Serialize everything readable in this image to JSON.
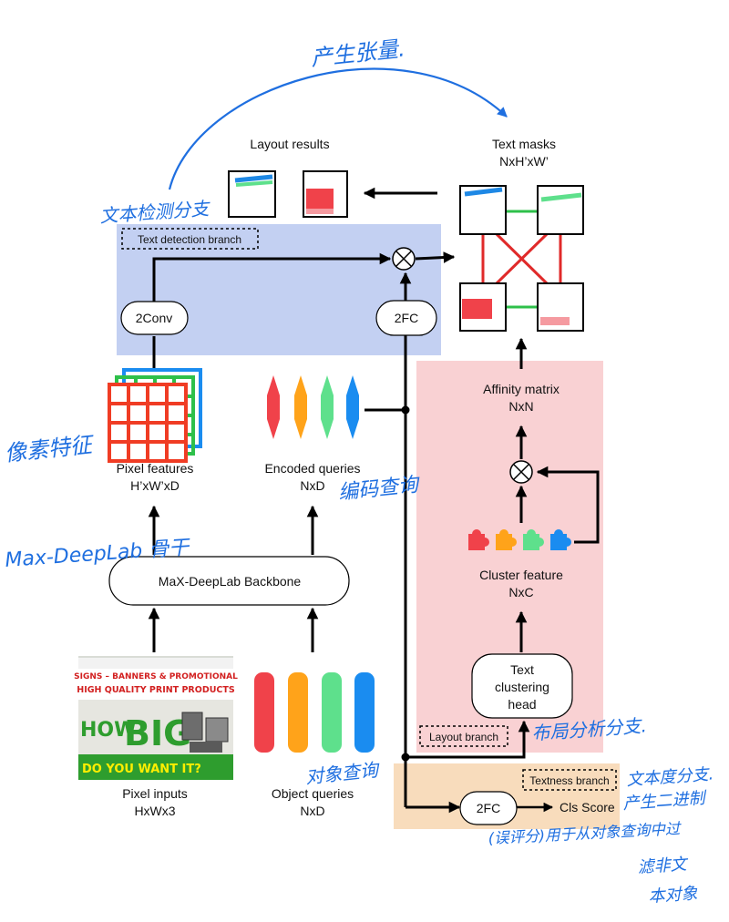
{
  "handwritten": {
    "top": "产生张量.",
    "text_detection": "文本检测分支",
    "pixel_features": "像素特征",
    "maxdeeplab": "Max-DeepLab 骨干",
    "encoded": "编码查询",
    "object": "对象查询",
    "layout": "布局分析分支.",
    "textness_1": "文本度分支.",
    "textness_2": "产生二进制",
    "textness_3": "(误评分)用于从对象查询中过",
    "textness_4": "滤非文",
    "textness_5": "本对象"
  },
  "labels": {
    "layout_results": "Layout results",
    "text_masks": "Text masks",
    "text_masks_dim": "NxH’xW’",
    "text_detection_branch": "Text detection branch",
    "conv2": "2Conv",
    "fc2_top": "2FC",
    "pixel_features": "Pixel features",
    "pixel_features_dim": "H’xW’xD",
    "encoded_queries": "Encoded queries",
    "encoded_queries_dim": "NxD",
    "affinity_matrix": "Affinity matrix",
    "affinity_matrix_dim": "NxN",
    "cluster_feature": "Cluster feature",
    "cluster_feature_dim": "NxC",
    "backbone": "MaX-DeepLab Backbone",
    "text_clustering_1": "Text",
    "text_clustering_2": "clustering",
    "text_clustering_3": "head",
    "layout_branch": "Layout branch",
    "textness_branch": "Textness branch",
    "fc2_bottom": "2FC",
    "cls_score": "Cls Score",
    "pixel_inputs": "Pixel inputs",
    "pixel_inputs_dim": "HxWx3",
    "object_queries": "Object queries",
    "object_queries_dim": "NxD"
  },
  "poster": {
    "line1": "SIGNS – BANNERS & PROMOTIONAL",
    "line2": "HIGH QUALITY PRINT PRODUCTS",
    "how": "HOW",
    "big": "BIG",
    "line4": "DO YOU WANT IT?"
  },
  "colors": {
    "detection_bg": "#c3d0f2",
    "layout_bg": "#f9d1d3",
    "textness_bg": "#f8dcbc",
    "handwriting": "#1f6fe0",
    "query_red": "#f0424a",
    "query_orange": "#ffa31a",
    "query_green": "#5ee08c",
    "query_blue": "#1a8cf0",
    "edge_green": "#2ec04a",
    "edge_red": "#e02a2a"
  },
  "icons": {
    "multiply": "circled-times-icon",
    "puzzle": "puzzle-piece-icon",
    "grid": "feature-grid-icon"
  }
}
